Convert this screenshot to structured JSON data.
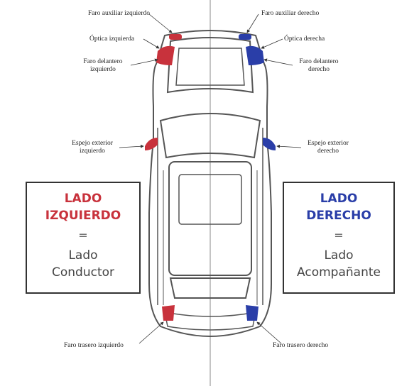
{
  "labels": {
    "faro_aux_izq": "Faro auxiliar izquierdo",
    "faro_aux_der": "Faro auxiliar derecho",
    "optica_izq": "Óptica izquierda",
    "optica_der": "Óptica derecha",
    "faro_del_izq": "Faro delantero\nizquierdo",
    "faro_del_der": "Faro delantero\nderecho",
    "espejo_izq": "Espejo exterior\nizquierdo",
    "espejo_der": "Espejo exterior\nderecho",
    "faro_tras_izq": "Faro trasero izquierdo",
    "faro_tras_der": "Faro trasero derecho"
  },
  "left_box": {
    "title": "LADO\nIZQUIERDO",
    "equals": "=",
    "subtitle": "Lado\nConductor"
  },
  "right_box": {
    "title": "LADO\nDERECHO",
    "equals": "=",
    "subtitle": "Lado\nAcompañante"
  },
  "colors": {
    "left_side": "#c8323c",
    "right_side": "#2a3ea8",
    "outline": "#555555"
  }
}
